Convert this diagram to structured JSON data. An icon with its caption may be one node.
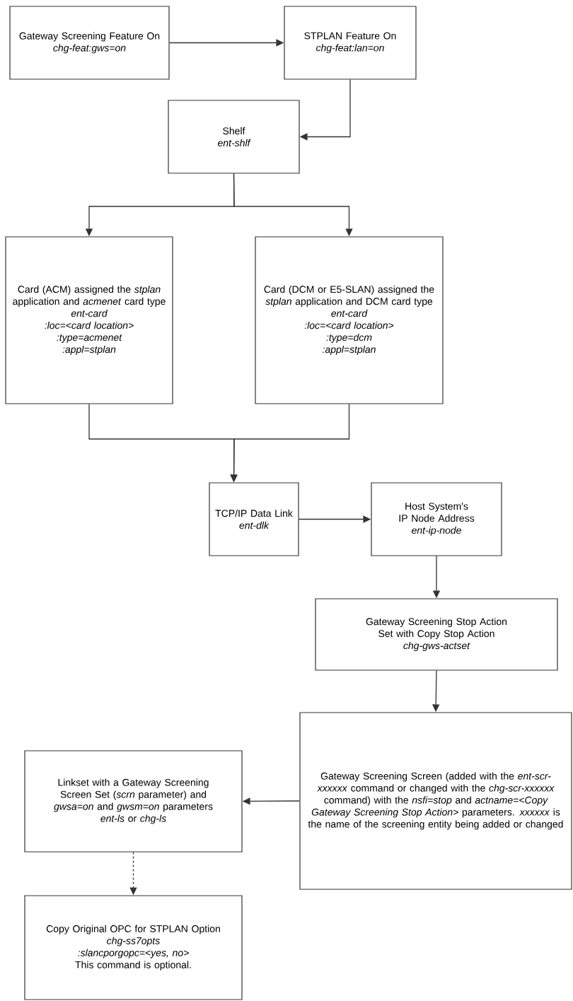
{
  "diagram": {
    "nodes": [
      {
        "text": [
          "Gateway Screening Feature On",
          "chg-feat:gws=on"
        ]
      },
      {
        "text": [
          "STPLAN Feature On",
          "chg-feat:lan=on"
        ]
      },
      {
        "text": [
          "Shelf",
          "ent-shlf"
        ]
      },
      {
        "text": [
          "Card (ACM) assigned the *stplan* application and *acmenet* card type",
          "ent-card",
          ":loc=<card location>",
          ":type=acmenet",
          ":appl=stplan"
        ]
      },
      {
        "text": [
          "Card (DCM or E5-SLAN) assigned the *stplan* application and DCM card type",
          "ent-card",
          ":loc=<card location>",
          ":type=dcm",
          ":appl=stplan"
        ]
      },
      {
        "text": [
          "TCP/IP Data Link",
          "ent-dlk"
        ]
      },
      {
        "text": [
          "Host System's IP Node Address",
          "ent-ip-node"
        ]
      },
      {
        "text": [
          "Gateway Screening Stop Action Set with Copy Stop Action",
          "chg-gws-actset"
        ]
      },
      {
        "text": [
          "Gateway Screening Screen (added with the *ent-scr-xxxxxx* command or changed with the *chg-scr-xxxxxx* command) with the *nsfi=stop* and *actname=<Copy Gateway Screening Stop Action>* parameters. *xxxxxx* is the name of the screening entity being added or changed"
        ]
      },
      {
        "text": [
          "Linkset with a Gateway Screening Screen Set (*scrn* parameter) and *gwsa=on* and *gwsm=on* parameters",
          "*ent-ls* or *chg-ls*"
        ]
      },
      {
        "text": [
          "Copy Original OPC for STPLAN Option",
          "chg-ss7opts",
          ":slancporgopc=<yes, no>",
          "This command is optional."
        ]
      }
    ],
    "edges": [
      {
        "from": 0,
        "to": 1,
        "arrow": "to"
      },
      {
        "from": 1,
        "to": 2,
        "arrow": "to"
      },
      {
        "from": 2,
        "to": 3,
        "arrow": "to"
      },
      {
        "from": 2,
        "to": 4,
        "arrow": "to"
      },
      {
        "from": 3,
        "to": 5,
        "arrow": "to"
      },
      {
        "from": 4,
        "to": 5,
        "arrow": "to"
      },
      {
        "from": 5,
        "to": 6,
        "arrow": "to"
      },
      {
        "from": 6,
        "to": 7,
        "arrow": "to"
      },
      {
        "from": 7,
        "to": 8,
        "arrow": "to"
      },
      {
        "from": 8,
        "to": 9,
        "arrow": "to"
      },
      {
        "from": 9,
        "to": 10,
        "arrow": "to",
        "style": "dashed"
      }
    ]
  }
}
